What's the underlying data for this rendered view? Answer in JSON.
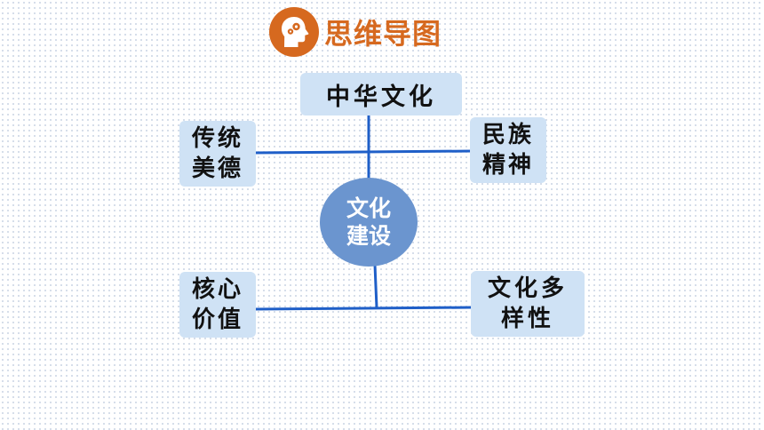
{
  "header": {
    "title": "思维导图",
    "icon": "head-with-gears-icon",
    "accent_color": "#d6691f"
  },
  "center_node": {
    "label": "文化\n建设",
    "color": "#6b95cf"
  },
  "branches": {
    "top": "中华文化",
    "upper_left": "传统\n美德",
    "upper_right": "民族\n精神",
    "lower_left": "核心\n价值",
    "lower_right": "文化多\n样性"
  },
  "colors": {
    "box_fill": "#cfe2f5",
    "connector": "#1f5fc8"
  }
}
